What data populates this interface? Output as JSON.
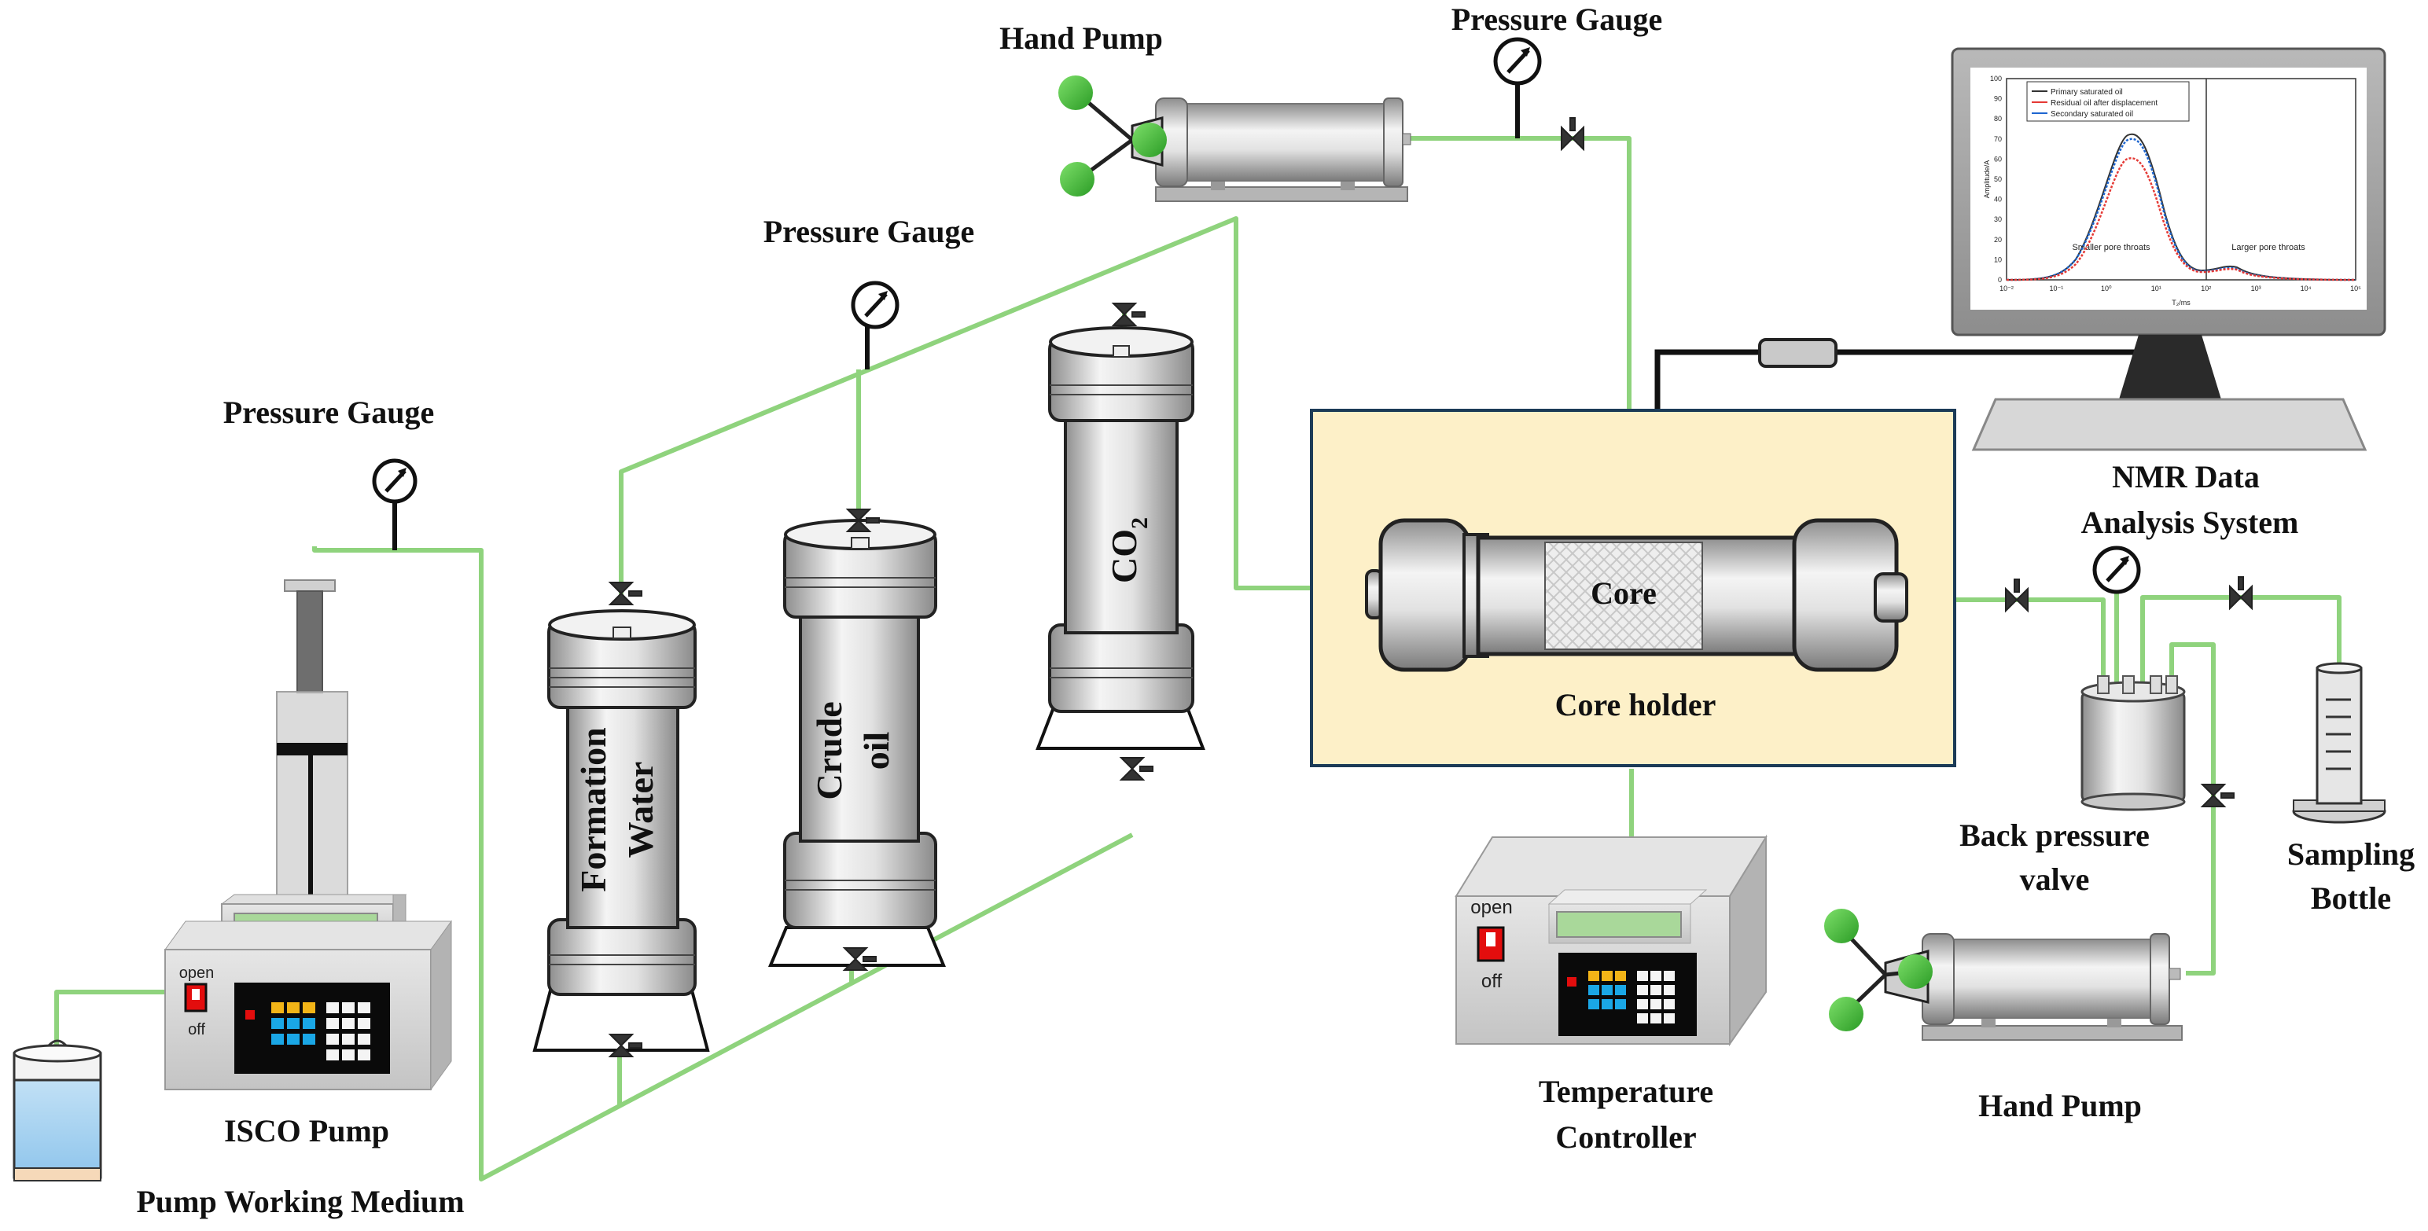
{
  "labels": {
    "hand_pump_top": "Hand Pump",
    "pressure_gauge_top": "Pressure Gauge",
    "pressure_gauge_mid": "Pressure Gauge",
    "pressure_gauge_left": "Pressure Gauge",
    "formation_water_1": "Formation",
    "formation_water_2": "Water",
    "crude_oil_1": "Crude",
    "crude_oil_2": "oil",
    "co2_main": "CO",
    "co2_sub": "2",
    "core": "Core",
    "core_holder": "Core holder",
    "nmr_1": "NMR Data",
    "nmr_2": "Analysis System",
    "back_pressure_1": "Back pressure",
    "back_pressure_2": "valve",
    "sampling_1": "Sampling",
    "sampling_2": "Bottle",
    "hand_pump_bottom": "Hand Pump",
    "temp_1": "Temperature",
    "temp_2": "Controller",
    "isco_pump": "ISCO Pump",
    "pump_medium": "Pump Working Medium",
    "isco_open": "open",
    "isco_off": "off",
    "temp_open": "open",
    "temp_off": "off"
  },
  "monitor_chart": {
    "legend": [
      "Primary saturated oil",
      "Residual oil after displacement",
      "Secondary saturated oil"
    ],
    "ylabel": "Amplitude/A",
    "xlabel": "T₂/ms",
    "region_small": "Smaller pore throats",
    "region_large": "Larger pore throats",
    "yticks": [
      "100",
      "90",
      "80",
      "70",
      "60",
      "50",
      "40",
      "30",
      "20",
      "10",
      "0"
    ],
    "xticks": [
      "10⁻²",
      "10⁻¹",
      "10⁰",
      "10¹",
      "10²",
      "10³",
      "10⁴",
      "10⁵"
    ]
  },
  "colors": {
    "pipe": "#8fd37d",
    "core_holder_box": "#fdf0c8",
    "box_border": "#1c3b57",
    "series": [
      "#333333",
      "#e53935",
      "#1e66d0"
    ]
  }
}
